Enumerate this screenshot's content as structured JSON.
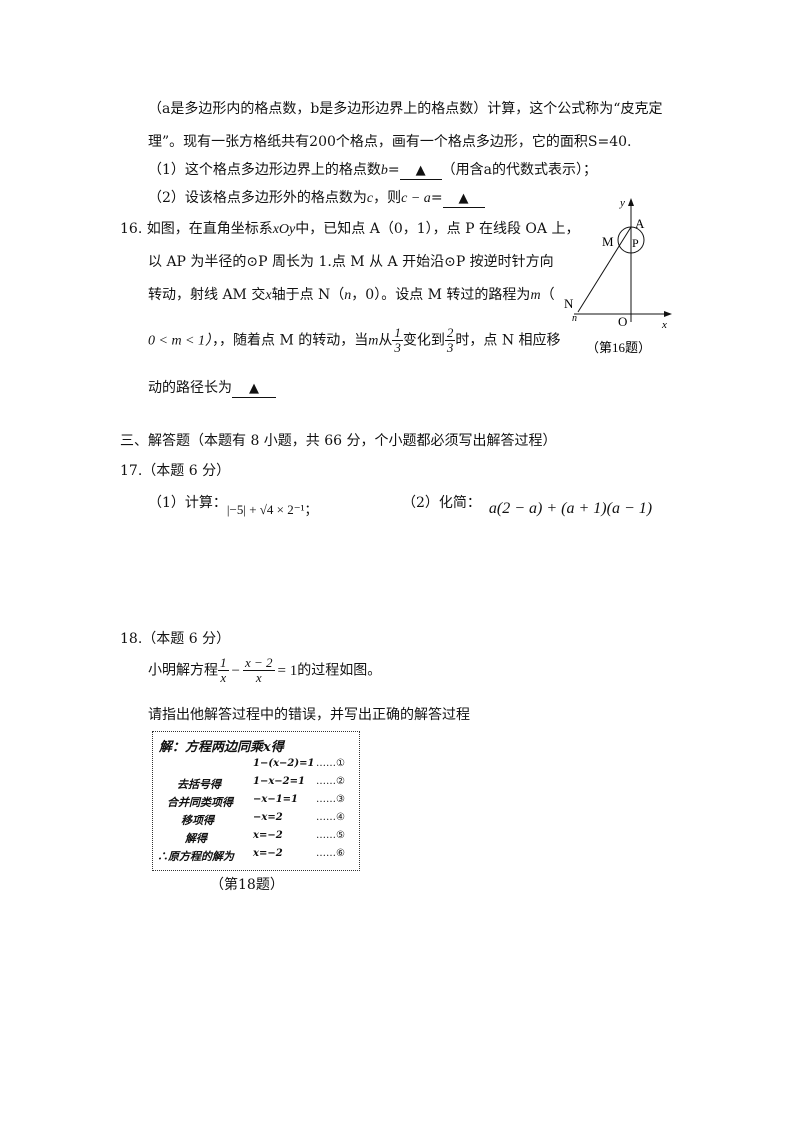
{
  "q15": {
    "line1": "（a是多边形内的格点数，b是多边形边界上的格点数）计算，这个公式称为“皮克定",
    "line2": "理”。现有一张方格纸共有200个格点，画有一个格点多边形，它的面积S=40.",
    "part1_prefix": "（1）这个格点多边形边界上的格点数",
    "part1_var": "b",
    "part1_eq": "=",
    "part1_suffix": "（用含a的代数式表示）；",
    "part2_prefix": "（2）设该格点多边形外的格点数为",
    "part2_var": "c",
    "part2_mid": "，则",
    "part2_expr": "c − a",
    "part2_eq": "=",
    "blank_mark": "▲"
  },
  "q16": {
    "line1_a": "16. 如图，在直角坐标系",
    "line1_var": "xOy",
    "line1_b": "中，已知点 A（0，1），点 P 在线段 OA 上，",
    "line2": "以 AP 为半径的⊙P 周长为 1.点 M 从 A 开始沿⊙P 按逆时针方向",
    "line3_a": "转动，射线 AM 交",
    "line3_var": "x",
    "line3_b": "轴于点 N（",
    "line3_n": "n",
    "line3_c": "，0）。设点 M 转过的路程为",
    "line3_m": "m",
    "line3_d": "（",
    "line4_cond": "0 < m < 1）",
    "line4_a": "，，随着点 M 的转动，当",
    "line4_m": "m",
    "line4_b": "从",
    "frac1_num": "1",
    "frac1_den": "3",
    "line4_c": "变化到",
    "frac2_num": "2",
    "frac2_den": "3",
    "line4_d": "时，点 N 相应移",
    "line5": "动的路径长为",
    "blank_mark": "▲",
    "figure": {
      "label_y": "y",
      "label_x": "x",
      "label_a": "A",
      "label_m": "M",
      "label_p": "P",
      "label_n": "N",
      "label_n_small": "n",
      "label_o": "O",
      "caption": "（第16题）"
    }
  },
  "section3": {
    "heading": "三、解答题（本题有 8 小题，共 66 分，个小题都必须写出解答过程）"
  },
  "q17": {
    "title": "17.（本题 6 分）",
    "part1_label": "（1）计算：",
    "part1_expr": "|−5| + √4 × 2⁻¹；",
    "part2_label": "（2）化简：",
    "part2_expr": "a(2 − a) + (a + 1)(a − 1)"
  },
  "q18": {
    "title": "18.（本题 6 分）",
    "line1_a": "小明解方程",
    "frac1_num": "1",
    "frac1_den": "x",
    "minus": "−",
    "frac2_num": "x − 2",
    "frac2_den": "x",
    "eq": "= 1",
    "line1_b": "的过程如图。",
    "line2": "请指出他解答过程中的错误，并写出正确的解答过程",
    "figure": {
      "header": "解：方程两边同乘x得",
      "rows": [
        {
          "label": "",
          "eq": "1−(x−2)=1",
          "mark": "……①"
        },
        {
          "label": "去括号得",
          "eq": "1−x−2=1",
          "mark": "……②"
        },
        {
          "label": "合并同类项得",
          "eq": "−x−1=1",
          "mark": "……③"
        },
        {
          "label": "移项得",
          "eq": "−x=2",
          "mark": "……④"
        },
        {
          "label": "解得",
          "eq": "x=−2",
          "mark": "……⑤"
        },
        {
          "label": "∴原方程的解为",
          "eq": "x=−2",
          "mark": "……⑥"
        }
      ],
      "caption": "（第18题）"
    }
  }
}
